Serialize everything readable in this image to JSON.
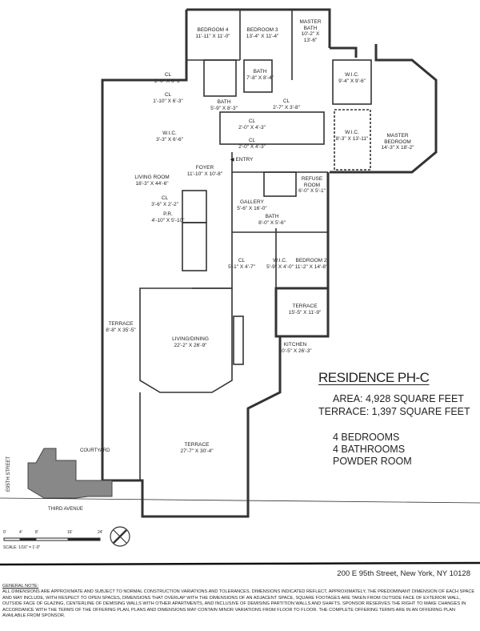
{
  "residence": {
    "title": "RESIDENCE PH-C",
    "area": "AREA: 4,928 SQUARE FEET",
    "terrace_area": "TERRACE: 1,397 SQUARE FEET",
    "bedrooms": "4 BEDROOMS",
    "bathrooms": "4 BATHROOMS",
    "powder": "POWDER ROOM"
  },
  "rooms": {
    "bedroom4": {
      "name": "BEDROOM 4",
      "dim": "11'-11\" X 11'-0\""
    },
    "bedroom3": {
      "name": "BEDROOM 3",
      "dim": "13'-4\" X 11'-4\""
    },
    "master_bath": {
      "name": "MASTER BATH",
      "dim": "10'-2\" X 13'-6\""
    },
    "bath_b3": {
      "name": "BATH",
      "dim": "7'-8\" X 8'-4\""
    },
    "cl1": {
      "name": "CL",
      "dim": "2'-0\" X 6'-1\""
    },
    "cl2": {
      "name": "CL",
      "dim": "1'-10\" X 6'-3\""
    },
    "bath_b4": {
      "name": "BATH",
      "dim": "5'-9\" X 8'-3\""
    },
    "cl3": {
      "name": "CL",
      "dim": "2'-7\" X 3'-8\""
    },
    "wic_master1": {
      "name": "W.I.C.",
      "dim": "9'-4\" X 9'-6\""
    },
    "wic_master2": {
      "name": "W.I.C.",
      "dim": "8'-3\" X 13'-11\""
    },
    "master_bedroom": {
      "name": "MASTER BEDROOM",
      "dim": "14'-3\" X 18'-2\""
    },
    "wic_living": {
      "name": "W.I.C.",
      "dim": "3'-3\" X 6'-6\""
    },
    "cl4": {
      "name": "CL",
      "dim": "2'-0\" X 4'-3\""
    },
    "cl5": {
      "name": "CL",
      "dim": "2'-0\" X 4'-3\""
    },
    "entry": {
      "name": "ENTRY"
    },
    "foyer": {
      "name": "FOYER",
      "dim": "11'-10\" X 10'-8\""
    },
    "living_room": {
      "name": "LIVING ROOM",
      "dim": "18'-3\" X 44'-6\""
    },
    "refuse_room": {
      "name": "REFUSE ROOM",
      "dim": "6'-0\" X 5'-1\""
    },
    "cl6": {
      "name": "CL",
      "dim": "3'-6\" X 2'-2\""
    },
    "powder_room": {
      "name": "P.R.",
      "dim": "4'-10\" X 5'-10\""
    },
    "gallery": {
      "name": "GALLERY",
      "dim": "5'-6\" X 16'-0\""
    },
    "bath_gallery": {
      "name": "BATH",
      "dim": "8'-0\" X 5'-6\""
    },
    "cl7": {
      "name": "CL",
      "dim": "5'-1\" X 4'-7\""
    },
    "wic_b2": {
      "name": "W.I.C.",
      "dim": "5'-9\" X 4'-0\""
    },
    "bedroom2": {
      "name": "BEDROOM 2",
      "dim": "11'-2\" X 14'-8\""
    },
    "terrace_right": {
      "name": "TERRACE",
      "dim": "15'-5\" X 11'-9\""
    },
    "terrace_left": {
      "name": "TERRACE",
      "dim": "8'-8\" X 35'-5\""
    },
    "living_dining": {
      "name": "LIVING/DINING",
      "dim": "22'-2\" X 26'-9\""
    },
    "kitchen": {
      "name": "KITCHEN",
      "dim": "10'-5\" X 26'-3\""
    },
    "terrace_bottom": {
      "name": "TERRACE",
      "dim": "27'-7\" X 30'-4\""
    }
  },
  "site": {
    "courtyard": "COURTYARD",
    "street": "E95TH STREET",
    "avenue": "THIRD AVENUE"
  },
  "scale": {
    "ticks": [
      "0'",
      "4'",
      "8'",
      "16'",
      "24'"
    ],
    "label": "SCALE: 1/16\" = 1'-0\""
  },
  "address": "200 E 95th Street, New York, NY 10128",
  "note": {
    "heading": "GENERAL NOTE:",
    "text": "ALL DIMENSIONS ARE APPROXIMATE AND SUBJECT TO NORMAL CONSTRUCTION VARIATIONS AND TOLERANCES. DIMENSIONS INDICATED REFLECT, APPROXIMATELY, THE PREDOMINANT DIMENSION OF EACH SPACE AND MAY INCLUDE, WITH RESPECT TO OPEN SPACES, DIMENSIONS THAT OVERLAP WITH THE DIMENSIONS OF AN ADJACENT SPACE, SQUARE FOOTAGES ARE TAKEN FROM OUTSIDE FACE OF EXTERIOR WALL, OUTSIDE FACE OF GLAZING, CENTERLINE OF DEMISING WALLS WITH OTHER APARTMENTS, AND INCLUSIVE OF DEMISING PARTITION WALLS AND SHAFTS. SPONSOR RESERVES THE RIGHT TO MAKE CHANGES IN ACCORDANCE WITH THE TERMS OF THE OFFERING PLAN, PLANS AND DIMENSIONS MAY CONTAIN MINOR VARIATIONS FROM FLOOR TO FLOOR. THE COMPLETE OFFERING TERMS ARE IN AN OFFERING PLAN AVAILABLE FROM SPONSOR."
  }
}
